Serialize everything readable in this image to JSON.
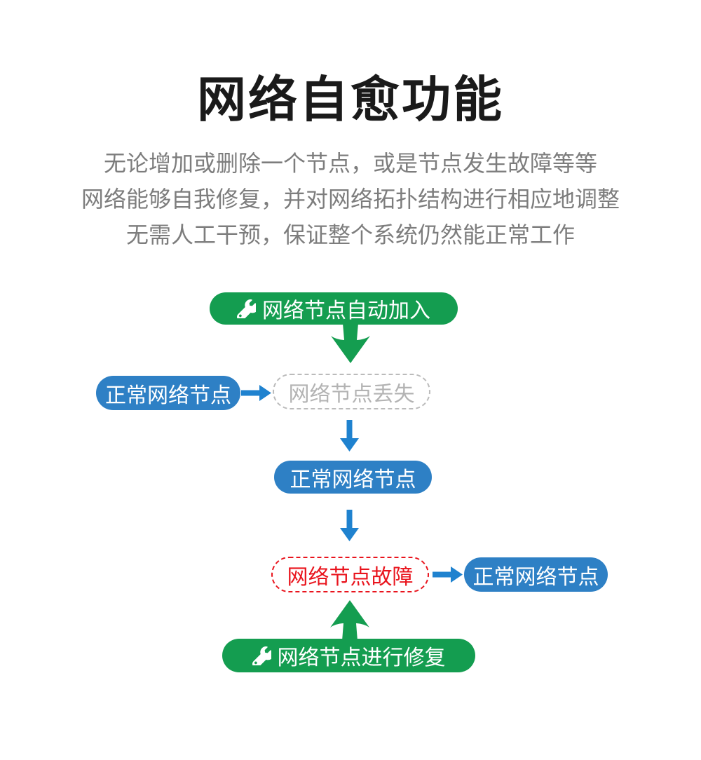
{
  "title": "网络自愈功能",
  "subtitle_lines": [
    "无论增加或删除一个节点，或是节点发生故障等等",
    "网络能够自我修复，并对网络拓扑结构进行相应地调整",
    "无需人工干预，保证整个系统仍然能正常工作"
  ],
  "flow": {
    "auto_join": "网络节点自动加入",
    "normal_node_left": "正常网络节点",
    "node_lost": "网络节点丢失",
    "normal_node_mid": "正常网络节点",
    "node_fault": "网络节点故障",
    "normal_node_right": "正常网络节点",
    "repair": "网络节点进行修复"
  },
  "icons": {
    "wrench": "wrench-icon"
  },
  "colors": {
    "green": "#149d50",
    "blue": "#2e80c5",
    "arrow_blue": "#1f82cf",
    "red": "#e9141d",
    "gray_border": "#bbbbbb",
    "gray_text": "#b3b3b3",
    "subtitle_gray": "#7d7d7d",
    "title_black": "#1a1a1a"
  }
}
